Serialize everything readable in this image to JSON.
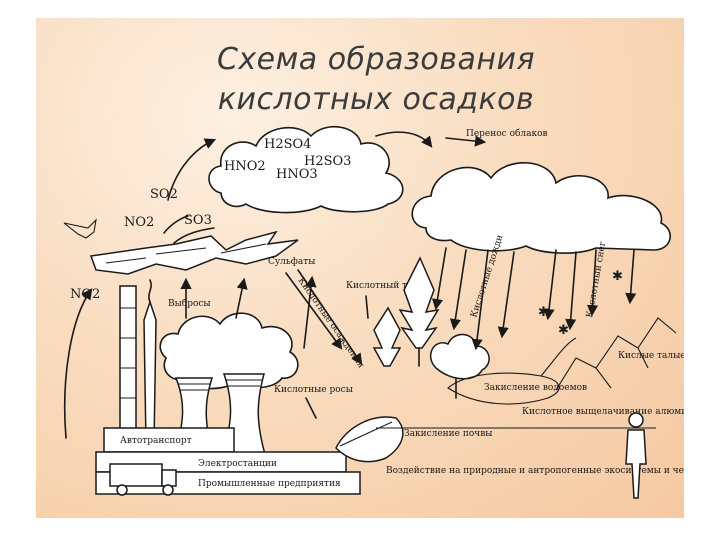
{
  "title": {
    "line1": "Схема образования",
    "line2": "кислотных осадков"
  },
  "chemicals": {
    "h2so4": "H2SO4",
    "hno2": "HNO2",
    "h2so3": "H2SO3",
    "hno3": "HNO3",
    "so2": "SO2",
    "no2_left": "NO2",
    "so3": "SO3",
    "no2_factory": "NO2"
  },
  "labels": {
    "cloud_transport": "Перенос облаков",
    "sulfates": "Сульфаты",
    "emissions": "Выбросы",
    "acid_fog": "Кислотный туман",
    "acid_deposition": "Кислотные осаждения",
    "acid_rains": "Кислотные дожди",
    "acid_snow": "Кислотный снег",
    "lake_acidification": "Закисление водоемов",
    "acid_meltwater": "Кислые талые воды",
    "acid_dews": "Кислотные росы",
    "soil_acidification": "Закисление почвы",
    "aluminum_leaching": "Кислотное выщелачивание алюминия",
    "transport": "Автотранспорт",
    "power_plants": "Электростанции",
    "industry": "Промышленные предприятия",
    "impact": "Воздействие на природные и антропогенные экосистемы и человека"
  },
  "colors": {
    "background_light": "#fdf0e2",
    "background_dark": "#f5c9a2",
    "ink": "#1a1a1a",
    "title": "#3b3b3b"
  }
}
